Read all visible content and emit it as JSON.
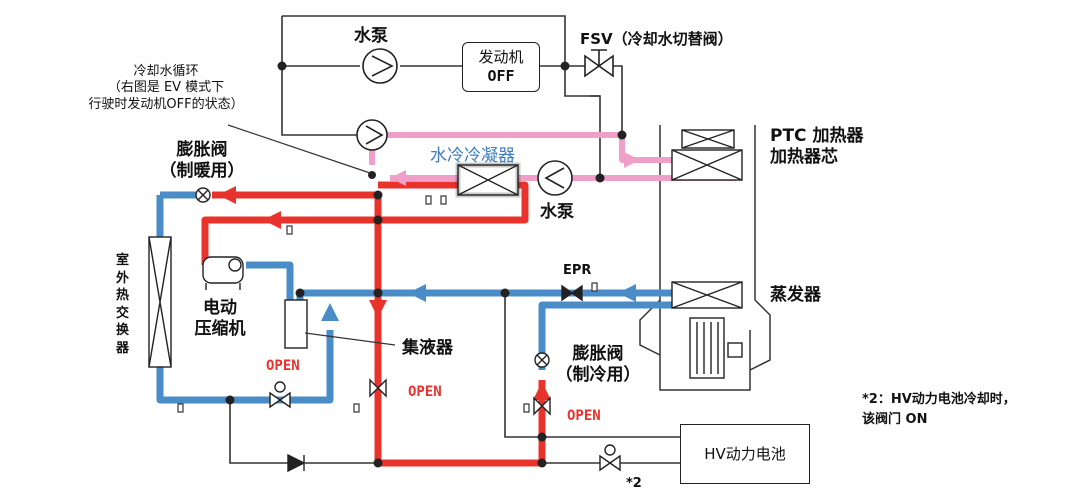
{
  "labels": {
    "water_pump_top": "水泵",
    "engine": "发动机",
    "engine_state": "OFF",
    "fsv": "FSV（冷却水切替阀）",
    "coolant_title": "冷却水循环",
    "coolant_note_1": "（右图是 EV 模式下",
    "coolant_note_2": "行驶时发动机OFF的状态）",
    "exp_valve_heat_1": "膨胀阀",
    "exp_valve_heat_2": "（制暖用）",
    "water_condenser": "水冷冷凝器",
    "water_pump_bottom": "水泵",
    "ptc_1": "PTC 加热器",
    "ptc_2": "加热器芯",
    "outdoor_hx": "室外热交换器",
    "epr": "EPR",
    "evaporator": "蒸发器",
    "compressor_1": "电动",
    "compressor_2": "压缩机",
    "accumulator": "集液器",
    "exp_valve_cool_1": "膨胀阀",
    "exp_valve_cool_2": "（制冷用）",
    "open_1": "OPEN",
    "open_2": "OPEN",
    "open_3": "OPEN",
    "battery": "HV动力电池",
    "footnote_mark": "*2",
    "note_1": "*2：HV动力电池冷却时，",
    "note_2": "该阀门 ON"
  },
  "colors": {
    "refrigerant_hot": "#e8332c",
    "refrigerant_cold": "#4a8cc8",
    "coolant": "#f0a0c8",
    "line": "#333333"
  }
}
